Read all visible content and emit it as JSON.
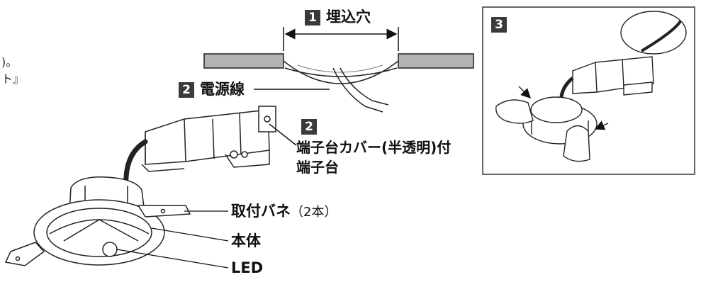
{
  "fragments": {
    "line1": ")。",
    "line2": "ト』"
  },
  "labels": {
    "hole": {
      "step": "1",
      "text": "埋込穴"
    },
    "power_cable": {
      "step": "2",
      "text": "電源線"
    },
    "terminal": {
      "step": "2",
      "line1": "端子台カバー(半透明)付",
      "line2": "端子台"
    },
    "spring": {
      "text": "取付バネ",
      "note": "（2本）"
    },
    "body": {
      "text": "本体"
    },
    "led": {
      "text": "LED"
    },
    "inset": {
      "step": "3"
    }
  }
}
